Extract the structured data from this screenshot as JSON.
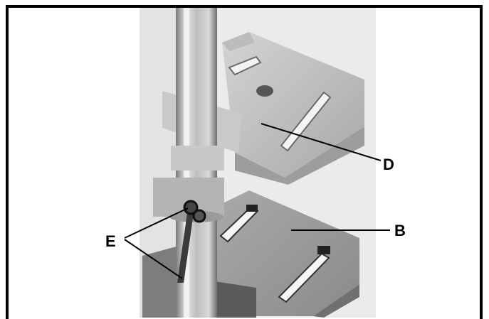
{
  "figure": {
    "callouts": {
      "d": "D",
      "b": "B",
      "e": "E"
    }
  }
}
